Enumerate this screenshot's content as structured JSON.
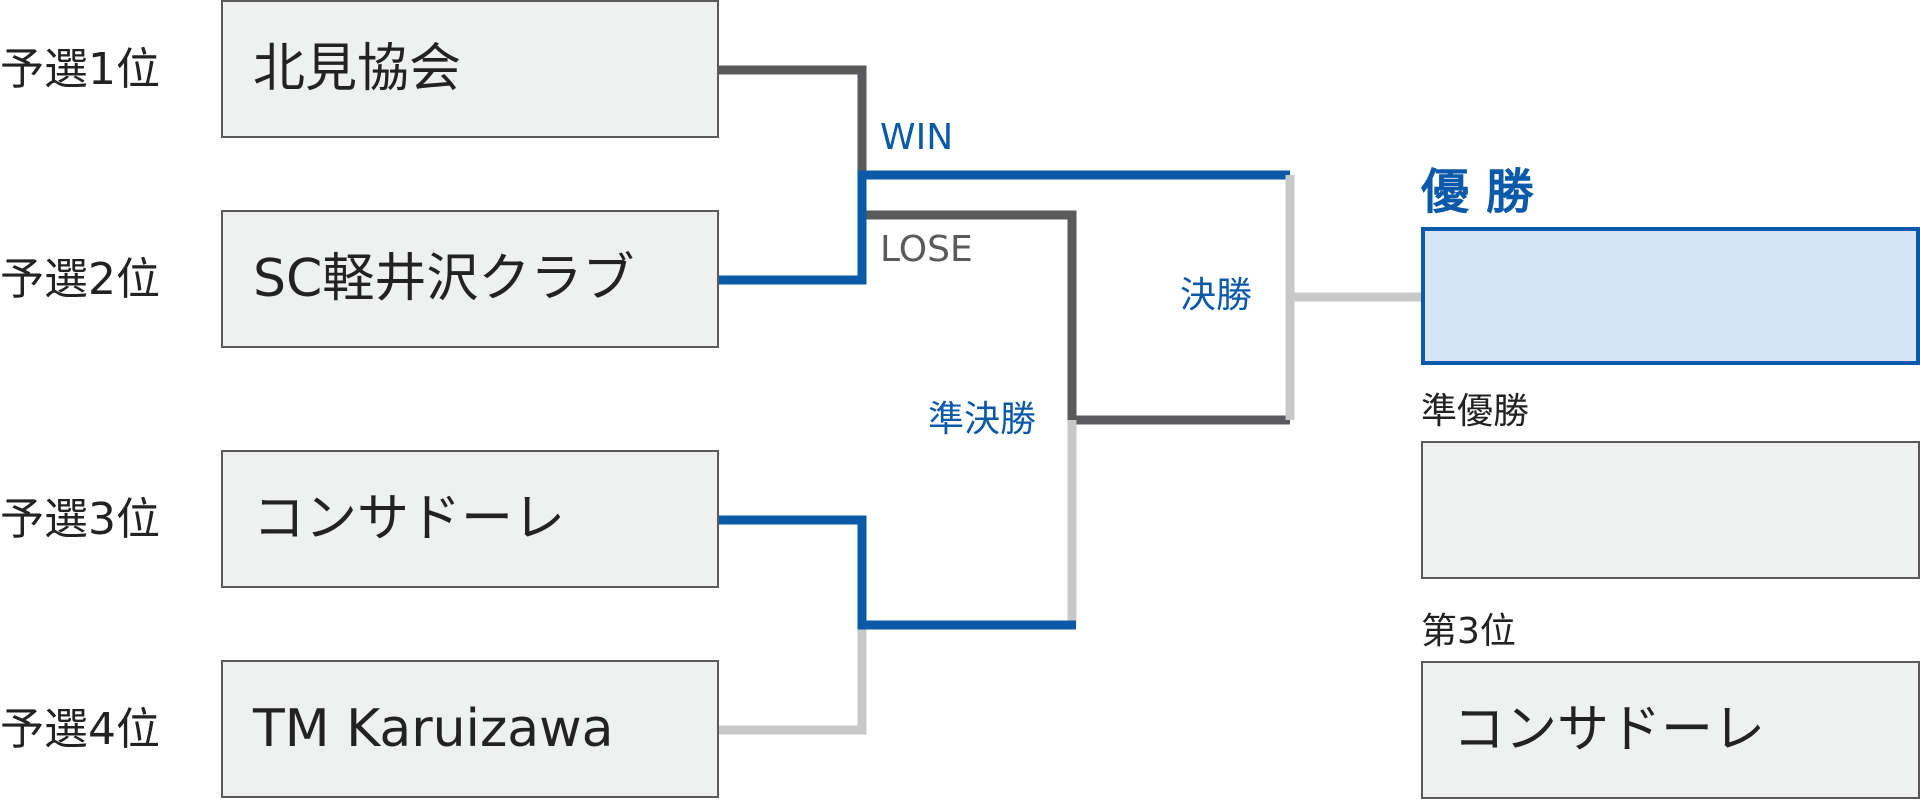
{
  "seeds": [
    "予選1位",
    "予選2位",
    "予選3位",
    "予選4位"
  ],
  "teams": [
    "北見協会",
    "SC軽井沢クラブ",
    "コンサドーレ",
    "TM Karuizawa"
  ],
  "labels": {
    "win": "WIN",
    "lose": "LOSE",
    "semifinal": "準決勝",
    "final": "決勝"
  },
  "results": {
    "champion_label": "優 勝",
    "champion_team": "",
    "runner_up_label": "準優勝",
    "runner_up_team": "",
    "third_label": "第3位",
    "third_team": "コンサドーレ"
  },
  "colors": {
    "win": "#0b5aaa",
    "lose": "#5a595b",
    "pending": "#c8c8c8",
    "box_fill": "#eff0f0",
    "champion_fill": "#d5e5f6"
  }
}
